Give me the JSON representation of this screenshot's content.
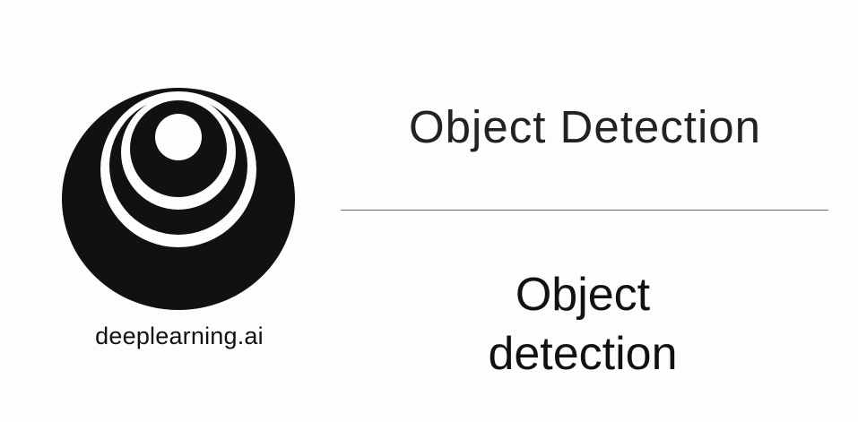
{
  "slide": {
    "brand_label": "deeplearning.ai",
    "title": "Object Detection",
    "subtitle_line1": "Object",
    "subtitle_line2": "detection",
    "colors": {
      "background": "#fdfdfd",
      "logo": "#111111",
      "divider": "#6a6a6a"
    },
    "logo_icon": "concentric-rings-logo-icon"
  }
}
